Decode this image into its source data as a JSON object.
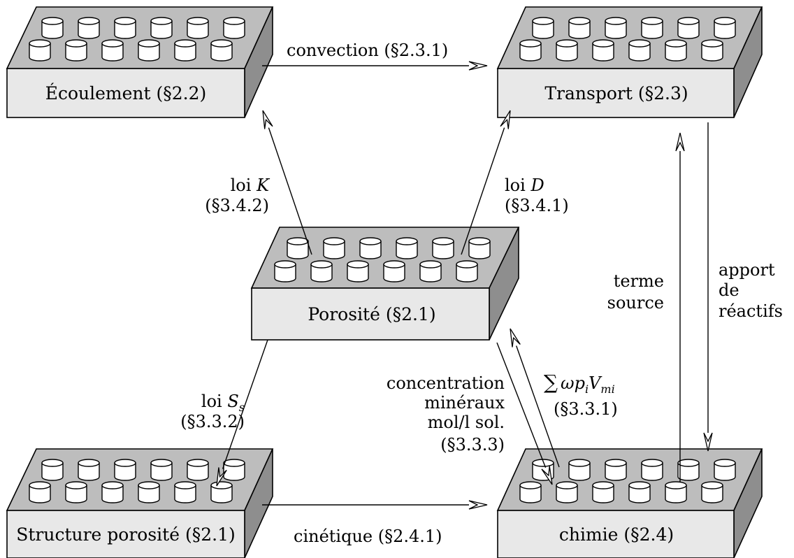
{
  "blocks": {
    "ecoulement": {
      "label": "Écoulement (§2.2)"
    },
    "transport": {
      "label": "Transport (§2.3)"
    },
    "porosite": {
      "label": "Porosité (§2.1)"
    },
    "structure": {
      "label": "Structure porosité (§2.1)"
    },
    "chimie": {
      "label": "chimie (§2.4)"
    }
  },
  "arrows": {
    "convection": {
      "label": "convection (§2.3.1)"
    },
    "loi_k": {
      "line1_prefix": "loi ",
      "line1_var": "K",
      "line2": "(§3.4.2)"
    },
    "loi_d": {
      "line1_prefix": "loi ",
      "line1_var": "D",
      "line2": "(§3.4.1)"
    },
    "loi_ss": {
      "line1_prefix": "loi ",
      "line1_var": "S",
      "line1_sub": "s",
      "line2": "(§3.3.2)"
    },
    "concentration": {
      "lines": [
        "concentration",
        "minéraux",
        "mol/l sol.",
        "(§3.3.3)"
      ]
    },
    "sum": {
      "sigma": "∑",
      "expr": "ωp",
      "sub1": "i",
      "expr2": "V",
      "sub2": "mi",
      "line2": "(§3.3.1)"
    },
    "terme_source": {
      "lines": [
        "terme",
        "source"
      ]
    },
    "apport": {
      "lines": [
        "apport",
        "de",
        "réactifs"
      ]
    },
    "cinetique": {
      "label": "cinétique (§2.4.1)"
    }
  }
}
